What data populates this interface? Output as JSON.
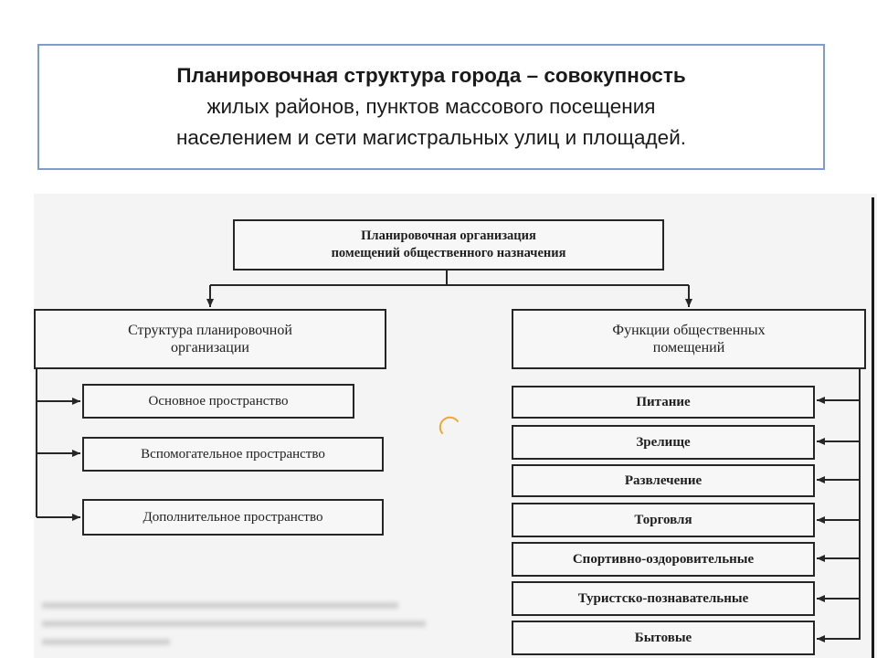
{
  "caption": {
    "line1": "Планировочная структура города – совокупность",
    "line2": "жилых районов, пунктов массового посещения",
    "line3": "населением и сети магистральных улиц и площадей."
  },
  "diagram": {
    "root": {
      "line1": "Планировочная организация",
      "line2": "помещений общественного назначения"
    },
    "left_head": {
      "line1": "Структура планировочной",
      "line2": "организации"
    },
    "right_head": {
      "line1": "Функции общественных",
      "line2": "помещений"
    },
    "left_items": [
      "Основное пространство",
      "Вспомогательное пространство",
      "Дополнительное пространство"
    ],
    "right_items": [
      "Питание",
      "Зрелище",
      "Развлечение",
      "Торговля",
      "Спортивно-оздоровительные",
      "Туристско-познавательные",
      "Бытовые"
    ]
  },
  "colors": {
    "caption_border": "#7f9ccd",
    "line": "#262626",
    "spinner": "#f0a830"
  }
}
